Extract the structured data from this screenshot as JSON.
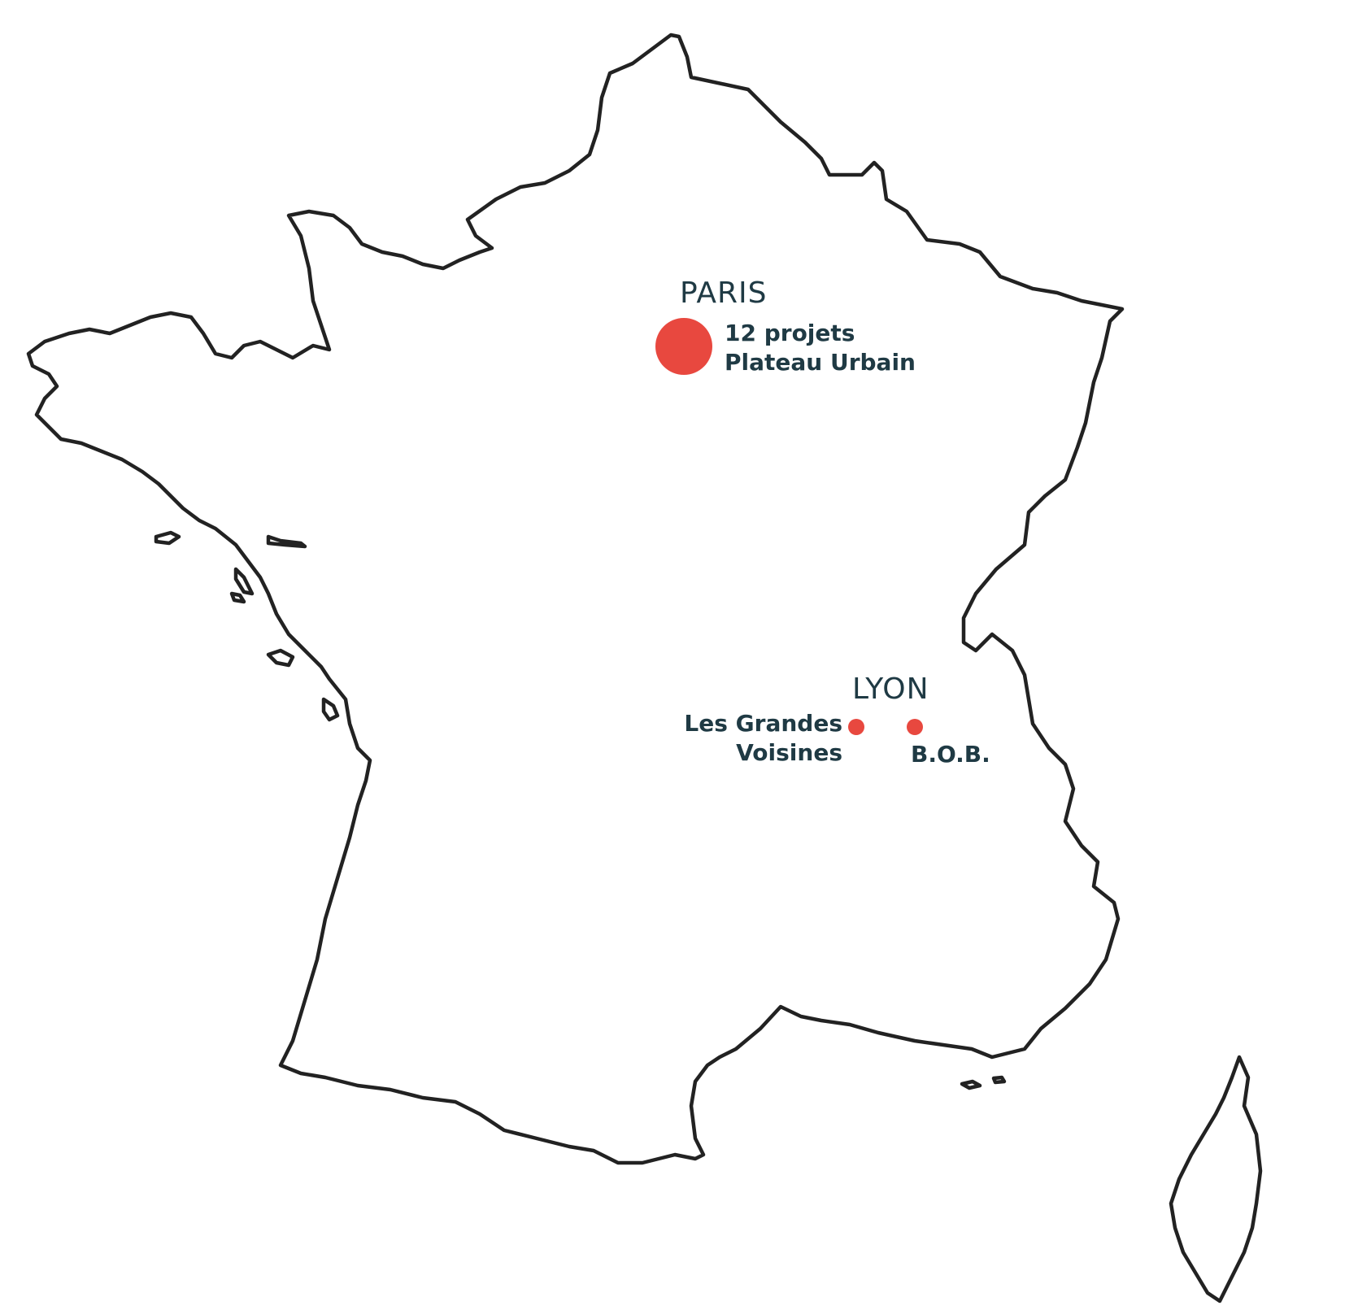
{
  "colors": {
    "text": "#1f3a44",
    "marker": "#e8483f",
    "outline": "#222222",
    "background": "#ffffff"
  },
  "cities": {
    "paris": {
      "name": "PARIS",
      "label_line1": "12 projets",
      "label_line2": "Plateau Urbain"
    },
    "lyon": {
      "name": "LYON",
      "site1_line1": "Les Grandes",
      "site1_line2": "Voisines",
      "site2": "B.O.B."
    }
  }
}
